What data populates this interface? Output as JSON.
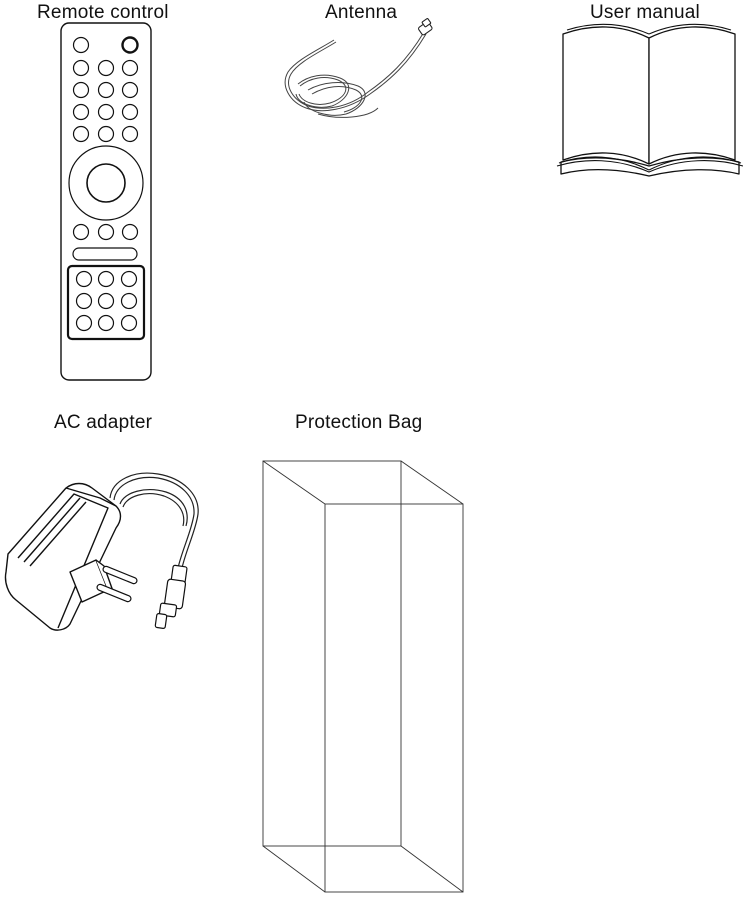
{
  "items": {
    "remote": {
      "label": "Remote control",
      "icon": "remote-control-icon"
    },
    "antenna": {
      "label": "Antenna",
      "icon": "antenna-cable-icon"
    },
    "manual": {
      "label": "User manual",
      "icon": "open-book-icon"
    },
    "adapter": {
      "label": "AC adapter",
      "icon": "ac-adapter-icon"
    },
    "bag": {
      "label": "Protection Bag",
      "icon": "protection-bag-box-icon"
    }
  }
}
